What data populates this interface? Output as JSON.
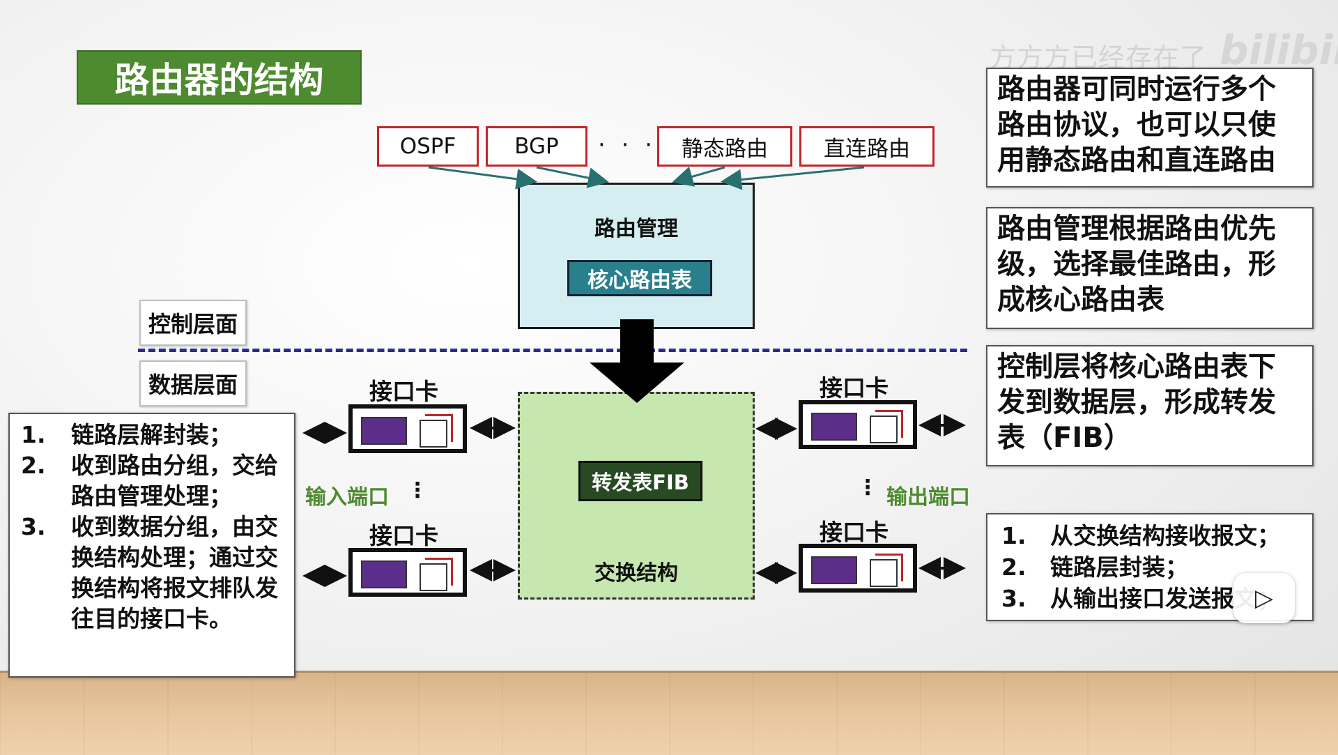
{
  "title": "路由器的结构",
  "watermark": "方方方已经存在了",
  "watermark_logo": "bilibili",
  "protocols": [
    "OSPF",
    "BGP",
    "静态路由",
    "直连路由"
  ],
  "ellipsis": "· · ·",
  "route_mgmt": {
    "label": "路由管理",
    "core_table": "核心路由表"
  },
  "planes": {
    "control": "控制层面",
    "data": "数据层面"
  },
  "switch_fabric": {
    "fib": "转发表FIB",
    "label": "交换结构"
  },
  "interface_card": "接口卡",
  "ports": {
    "input": "输入端口",
    "output": "输出端口",
    "dots": "⋮"
  },
  "input_steps": [
    {
      "num": "1.",
      "text": "链路层解封装；"
    },
    {
      "num": "2.",
      "text": "收到路由分组，交给路由管理处理；"
    },
    {
      "num": "3.",
      "text": "收到数据分组，由交换结构处理；通过交换结构将报文排队发往目的接口卡。"
    }
  ],
  "notes": [
    "路由器可同时运行多个路由协议，也可以只使用静态路由和直连路由",
    "路由管理根据路由优先级，选择最佳路由，形成核心路由表",
    "控制层将核心路由表下发到数据层，形成转发表（FIB）"
  ],
  "output_steps": [
    {
      "num": "1.",
      "text": "从交换结构接收报文；"
    },
    {
      "num": "2.",
      "text": "链路层封装；"
    },
    {
      "num": "3.",
      "text": "从输出接口发送报文；"
    }
  ],
  "play_icon": "play-icon"
}
